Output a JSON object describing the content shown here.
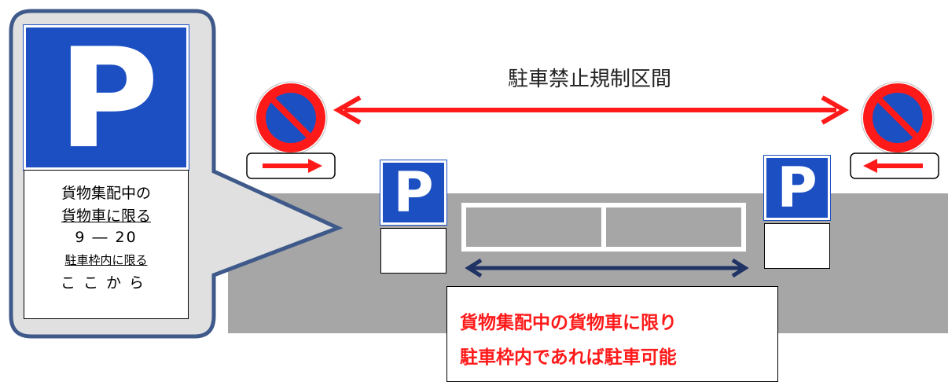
{
  "callout": {
    "sign_letter": "P",
    "aux_lines": [
      "貨物集配中の",
      "貨物車に限る",
      "9 ― 20",
      "駐車枠内に限る",
      "ここから"
    ]
  },
  "small_sign_letter": "P",
  "section_label": "駐車禁止規制区間",
  "note_lines": [
    "貨物集配中の貨物車に限り",
    "駐車枠内であれば駐車可能"
  ],
  "colors": {
    "sign_blue": "#1c4fc1",
    "road_gray": "#a6a6a6",
    "arrow_red": "#ff1a1a",
    "arrow_navy": "#1f3364",
    "callout_border": "#3f5a8a"
  }
}
